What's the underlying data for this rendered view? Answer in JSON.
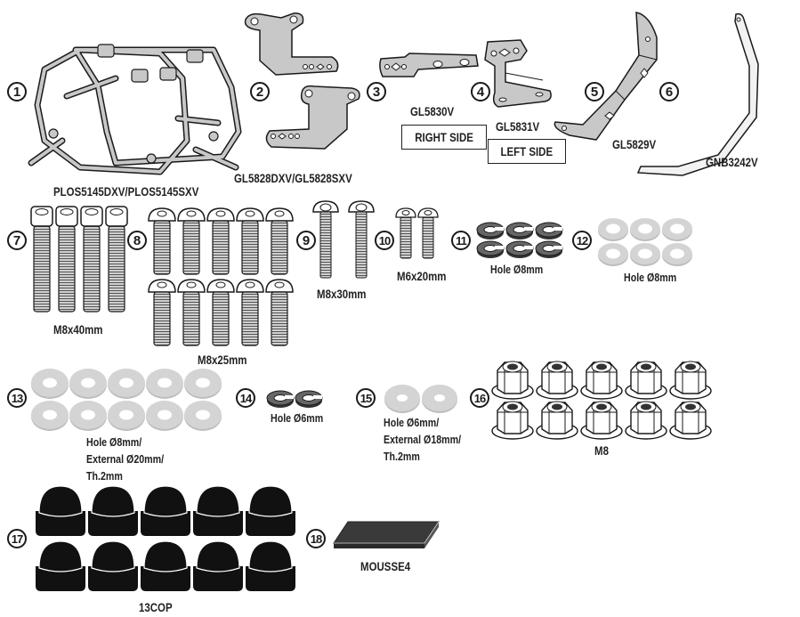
{
  "title": "Pannier holder fitting kit contents",
  "colors": {
    "part_fill": "#c8c8c8",
    "washer_fill": "#d4d4d4",
    "outline": "#1a1a1a",
    "cap_fill": "#111111",
    "foam_fill": "#333333"
  },
  "parts": [
    {
      "number": "1",
      "label": "PLOS5145DXV/PLOS5145SXV",
      "description": "pannier holder frames"
    },
    {
      "number": "2",
      "label": "GL5828DXV/GL5828SXV",
      "description": "brackets"
    },
    {
      "number": "3",
      "label": "GL5830V",
      "side": "RIGHT SIDE"
    },
    {
      "number": "4",
      "label": "GL5831V",
      "side": "LEFT SIDE"
    },
    {
      "number": "5",
      "label": "GL5829V"
    },
    {
      "number": "6",
      "label": "GNB3242V"
    },
    {
      "number": "7",
      "label": "M8x40mm",
      "quantity": 4,
      "icon": "socket-head-screw"
    },
    {
      "number": "8",
      "label": "M8x25mm",
      "quantity": 10,
      "icon": "button-head-screw"
    },
    {
      "number": "9",
      "label": "M8x30mm",
      "quantity": 2,
      "icon": "flanged-screw"
    },
    {
      "number": "10",
      "label": "M6x20mm",
      "quantity": 2,
      "icon": "button-head-screw"
    },
    {
      "number": "11",
      "label": "Hole Ø8mm",
      "quantity": 6,
      "icon": "split-lock-washer"
    },
    {
      "number": "12",
      "label": "Hole Ø8mm",
      "quantity": 6,
      "icon": "flat-washer"
    },
    {
      "number": "13",
      "label_lines": [
        "Hole Ø8mm/",
        "External Ø20mm/",
        "Th.2mm"
      ],
      "quantity": 10,
      "icon": "flat-washer"
    },
    {
      "number": "14",
      "label": "Hole Ø6mm",
      "quantity": 2,
      "icon": "split-lock-washer"
    },
    {
      "number": "15",
      "label_lines": [
        "Hole Ø6mm/",
        "External Ø18mm/",
        "Th.2mm"
      ],
      "quantity": 2,
      "icon": "flat-washer"
    },
    {
      "number": "16",
      "label": "M8",
      "quantity": 10,
      "icon": "flange-nut"
    },
    {
      "number": "17",
      "label": "13COP",
      "quantity": 10,
      "icon": "nut-cap"
    },
    {
      "number": "18",
      "label": "MOUSSE4",
      "quantity": 1,
      "icon": "foam-pad"
    }
  ]
}
